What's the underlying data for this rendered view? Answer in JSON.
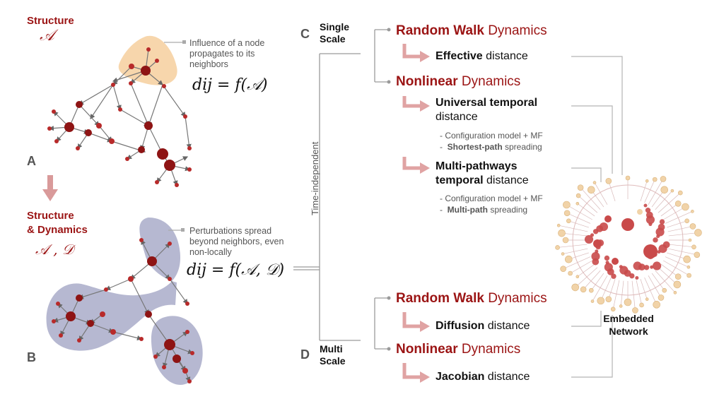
{
  "panel_a": {
    "title": "Structure",
    "symbol": "𝒜",
    "letter": "A",
    "note": "Influence of a node propagates to its neighbors",
    "formula": "dij = f(𝒜)"
  },
  "panel_b": {
    "title_line1": "Structure",
    "title_line2": "& Dynamics",
    "symbol": "𝒜 , 𝒟",
    "letter": "B",
    "note": "Perturbations spread beyond neighbors, even non-locally",
    "formula": "dij = f(𝒜, 𝒟)"
  },
  "time_label": "Time-independent",
  "panel_c": {
    "letter": "C",
    "scale_line1": "Single",
    "scale_line2": "Scale",
    "rw_key": "Random Walk",
    "rw_rest": " Dynamics",
    "effective_key": "Effective",
    "effective_rest": " distance",
    "nl_key": "Nonlinear",
    "nl_rest": " Dynamics",
    "univ_key": "Universal temporal",
    "univ_rest": "distance",
    "univ_sub1": "-  Configuration model + MF",
    "univ_sub2_key": "Shortest-path",
    "univ_sub2_rest": " spreading",
    "multi_key1": "Multi-pathways",
    "multi_key2": "temporal",
    "multi_rest": " distance",
    "multi_sub1": "-  Configuration model + MF",
    "multi_sub2_key": "Multi-path",
    "multi_sub2_rest": " spreading"
  },
  "panel_d": {
    "letter": "D",
    "scale_line1": "Multi",
    "scale_line2": "Scale",
    "rw_key": "Random Walk",
    "rw_rest": " Dynamics",
    "diff_key": "Diffusion",
    "diff_rest": " distance",
    "nl_key": "Nonlinear",
    "nl_rest": " Dynamics",
    "jac_key": "Jacobian",
    "jac_rest": " distance"
  },
  "embedded": {
    "line1": "Embedded",
    "line2": "Network"
  },
  "colors": {
    "accent": "#9b1414",
    "arrow_pink": "#e0a3a3",
    "node_dark": "#8e1414",
    "hull_orange": "#f6cf9e",
    "hull_blue": "#a9abc9",
    "line_gray": "#9a9a9a"
  }
}
